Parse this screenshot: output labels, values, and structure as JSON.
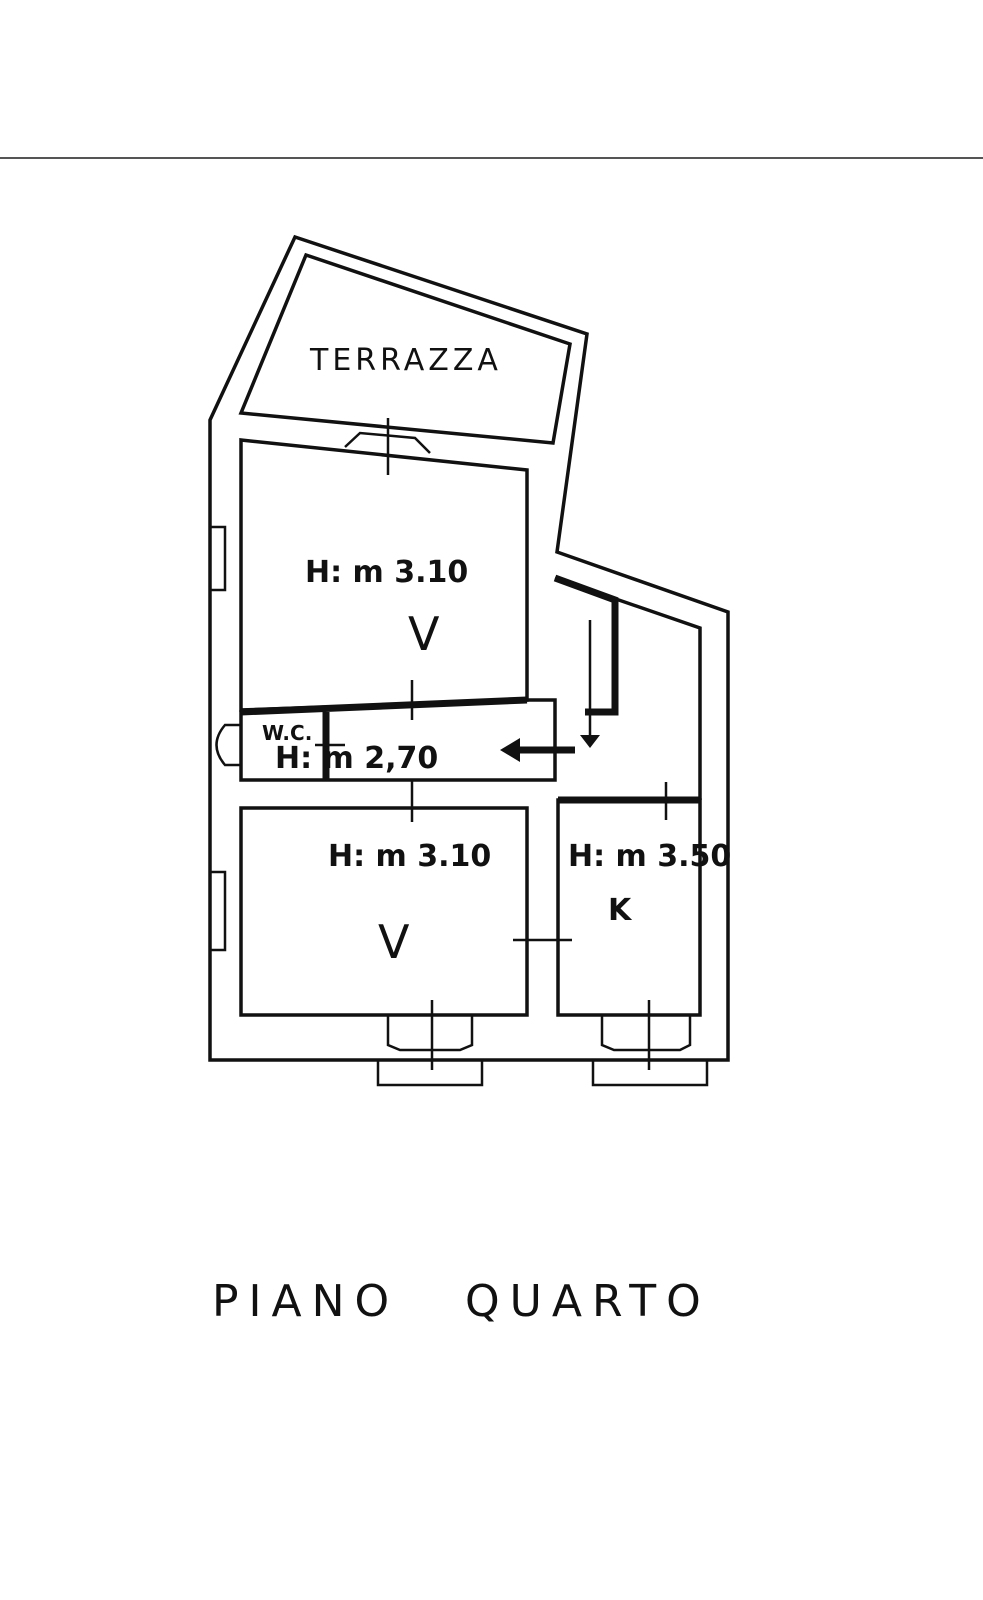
{
  "terrace": {
    "label": "TERRAZZA"
  },
  "room_top": {
    "height_label": "H: m 3.10",
    "mark": "V"
  },
  "wc": {
    "label": "W.C.",
    "height_label": "H: m 2,70"
  },
  "room_bottom": {
    "height_label": "H: m 3.10",
    "mark": "V"
  },
  "kitchen": {
    "height_label": "H: m 3.50",
    "mark": "K"
  },
  "floor_title": {
    "word1": "PIANO",
    "word2": "QUARTO"
  },
  "colors": {
    "ink": "#111111",
    "paper": "#ffffff",
    "rule": "#555555"
  }
}
